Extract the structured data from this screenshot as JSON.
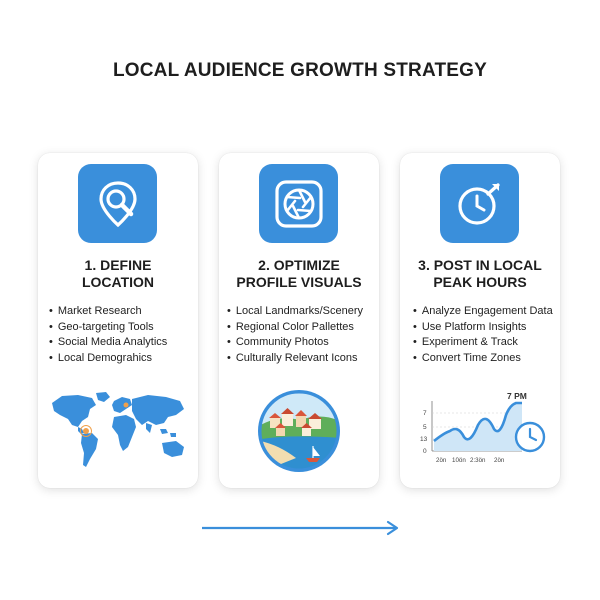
{
  "title": "LOCAL AUDIENCE GROWTH STRATEGY",
  "colors": {
    "accent": "#3a8fdb",
    "ocean": "#bfe2f6",
    "sun": "#f0a04b"
  },
  "steps": [
    {
      "icon": "location-search-icon",
      "title_line1": "1. DEFINE",
      "title_line2": "LOCATION",
      "bullets": [
        "Market Research",
        "Geo-targeting Tools",
        "Social Media Analytics",
        "Local Demograhics"
      ],
      "illustration": "world-map"
    },
    {
      "icon": "camera-aperture-icon",
      "title_line1": "2. OPTIMIZE",
      "title_line2": "PROFILE VISUALS",
      "bullets": [
        "Local Landmarks/Scenery",
        "Regional Color Pallettes",
        "Community Photos",
        "Culturally Relevant Icons"
      ],
      "illustration": "coastal-town"
    },
    {
      "icon": "clock-arrow-icon",
      "title_line1": "3. POST IN LOCAL",
      "title_line2": "PEAK HOURS",
      "bullets": [
        "Analyze Engagement Data",
        "Use Platform Insights",
        "Experiment & Track",
        "Convert Time Zones"
      ],
      "illustration": "engagement-chart"
    }
  ],
  "chart": {
    "peak_label": "7 PM",
    "y_ticks": [
      "7",
      "5",
      "13",
      "0"
    ],
    "x_ticks": [
      "2ön",
      "10ön",
      "2:3ön",
      "2ön"
    ]
  }
}
